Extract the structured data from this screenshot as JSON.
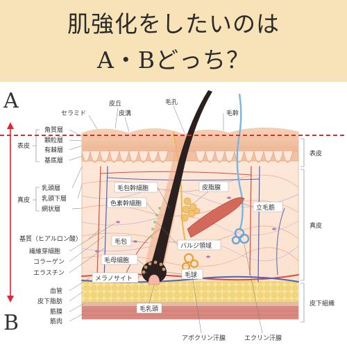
{
  "title": {
    "line1": "肌強化をしたいのは",
    "line2": "A・Bどっち？"
  },
  "markers": {
    "a": "A",
    "b": "B"
  },
  "top_labels": {
    "hifu_kyu": "皮丘",
    "hikou": "皮溝",
    "ceramide": "セラミド",
    "mouko": "毛孔",
    "mokan": "毛幹"
  },
  "left_labels": {
    "hyohi": "表皮",
    "kakushitsu": "角質層",
    "karyu": "顆粒層",
    "yusatsu": "有棘層",
    "kitei": "基底層",
    "shinpi": "真皮",
    "nyuto": "乳頭層",
    "nyutoka": "乳頭下層",
    "mojo": "網状層",
    "kishitsu": "基質（ヒアルロン酸）",
    "sen_i": "繊維芽細胞",
    "collagen": "コラーゲン",
    "elastin": "エラスチン",
    "kekkan": "血管",
    "hikashibo": "皮下脂肪",
    "kinmaku": "筋膜",
    "kinniku": "筋肉"
  },
  "inner_labels": {
    "mohou_kankan": "毛包幹細胞",
    "shikiso": "色素幹細胞",
    "mohou": "毛包",
    "mobo": "毛母細胞",
    "melanocyte": "メラノサイト",
    "monyuto": "毛乳頭",
    "hisen": "皮脂腺",
    "rituomo": "立毛筋",
    "bulge": "バルジ領域",
    "mokyu": "毛球",
    "apocrine": "アポクリン汗腺",
    "eccrine": "エクリン汗腺"
  },
  "right_labels": {
    "hyohi": "表皮",
    "shinpi": "真皮",
    "hika": "皮下組織"
  },
  "colors": {
    "header_bg": "#f7e3b7",
    "epidermis": "#f4c9a8",
    "dermis": "#fbe6d6",
    "fat": "#f6dc8a",
    "hair": "#2a2020",
    "dashed": "#e0262e",
    "vessel_red": "#d94a3a",
    "vessel_blue": "#4a62b8"
  }
}
